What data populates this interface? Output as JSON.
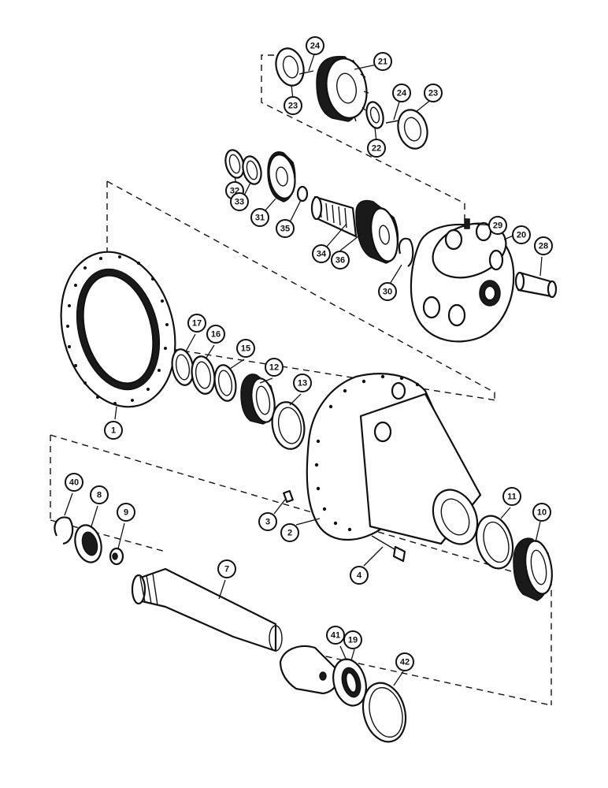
{
  "callouts": [
    {
      "id": "c24a",
      "label": "24"
    },
    {
      "id": "c21",
      "label": "21"
    },
    {
      "id": "c23a",
      "label": "23"
    },
    {
      "id": "c24b",
      "label": "24"
    },
    {
      "id": "c23b",
      "label": "23"
    },
    {
      "id": "c22",
      "label": "22"
    },
    {
      "id": "c32",
      "label": "32"
    },
    {
      "id": "c33",
      "label": "33"
    },
    {
      "id": "c31",
      "label": "31"
    },
    {
      "id": "c35",
      "label": "35"
    },
    {
      "id": "c29",
      "label": "29"
    },
    {
      "id": "c20",
      "label": "20"
    },
    {
      "id": "c28",
      "label": "28"
    },
    {
      "id": "c34",
      "label": "34"
    },
    {
      "id": "c36",
      "label": "36"
    },
    {
      "id": "c30",
      "label": "30"
    },
    {
      "id": "c17",
      "label": "17"
    },
    {
      "id": "c16",
      "label": "16"
    },
    {
      "id": "c15",
      "label": "15"
    },
    {
      "id": "c12",
      "label": "12"
    },
    {
      "id": "c13",
      "label": "13"
    },
    {
      "id": "c1",
      "label": "1"
    },
    {
      "id": "c40",
      "label": "40"
    },
    {
      "id": "c8",
      "label": "8"
    },
    {
      "id": "c9",
      "label": "9"
    },
    {
      "id": "c3",
      "label": "3"
    },
    {
      "id": "c2",
      "label": "2"
    },
    {
      "id": "c11",
      "label": "11"
    },
    {
      "id": "c10",
      "label": "10"
    },
    {
      "id": "c4",
      "label": "4"
    },
    {
      "id": "c7",
      "label": "7"
    },
    {
      "id": "c41",
      "label": "41"
    },
    {
      "id": "c19",
      "label": "19"
    },
    {
      "id": "c42",
      "label": "42"
    }
  ]
}
